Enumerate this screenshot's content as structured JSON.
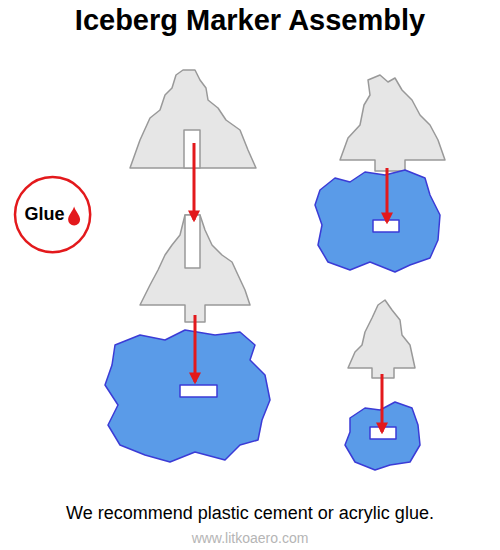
{
  "diagram": {
    "title": "Iceberg Marker Assembly",
    "caption": "We recommend plastic cement or acrylic glue.",
    "nodes": [
      {
        "text": [
          "Glue"
        ]
      }
    ],
    "labels": [
      "www.litkoaero.com"
    ]
  }
}
